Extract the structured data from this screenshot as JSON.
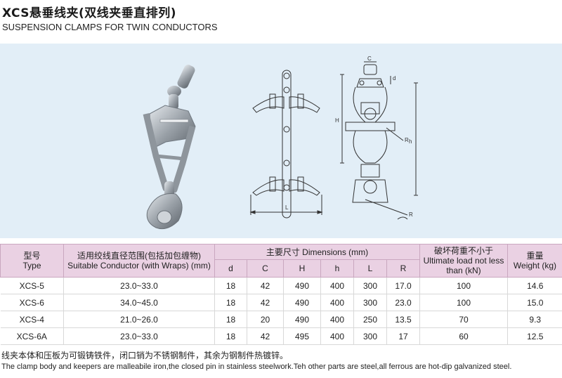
{
  "header": {
    "title_cn": "XCS悬垂线夹(双线夹垂直排列)",
    "title_en": "SUSPENSION CLAMPS FOR TWIN CONDUCTORS"
  },
  "figure": {
    "dim_labels": {
      "L": "L",
      "C": "C",
      "d": "d",
      "H": "H",
      "h": "h",
      "R": "R"
    }
  },
  "table": {
    "type_cn": "型号",
    "type_en": "Type",
    "conductor_cn": "适用绞线直径范围(包括加包缠物)",
    "conductor_en": "Suitable Conductor (with Wraps) (mm)",
    "dimensions": "主要尺寸 Dimensions (mm)",
    "dim_cols": [
      "d",
      "C",
      "H",
      "h",
      "L",
      "R"
    ],
    "load_cn": "破坏荷重不小于",
    "load_en_1": "Ultimate load not less",
    "load_en_2": "than (kN)",
    "weight_cn": "重量",
    "weight_en": "Weight (kg)",
    "rows": [
      [
        "XCS-5",
        "23.0~33.0",
        "18",
        "42",
        "490",
        "400",
        "300",
        "17.0",
        "100",
        "14.6"
      ],
      [
        "XCS-6",
        "34.0~45.0",
        "18",
        "42",
        "490",
        "400",
        "300",
        "23.0",
        "100",
        "15.0"
      ],
      [
        "XCS-4",
        "21.0~26.0",
        "18",
        "20",
        "490",
        "400",
        "250",
        "13.5",
        "70",
        "9.3"
      ],
      [
        "XCS-6A",
        "23.0~33.0",
        "18",
        "42",
        "495",
        "400",
        "300",
        "17",
        "60",
        "12.5"
      ]
    ]
  },
  "notes": {
    "cn": "线夹本体和压板为可锻铸铁件，闭口销为不锈钢制件，其余为钢制件热镀锌。",
    "en": "The clamp body and keepers are malleabile iron,the closed pin in stainless steelwork.Teh other parts are steel,all ferrous are hot-dip galvanized steel."
  }
}
